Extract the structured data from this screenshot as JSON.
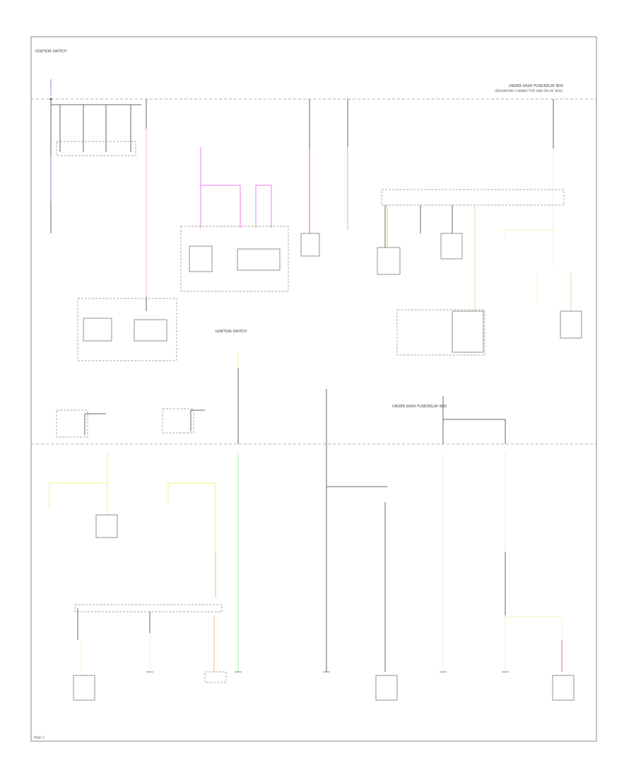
{
  "diagram": {
    "colors": {
      "blue": "#8a8af0",
      "pink": "#f5b8c8",
      "magenta": "#f07af0",
      "red": "#ee6a6a",
      "red_pink": "#f4a0a0",
      "yellow": "#f4f07a",
      "light_yellow": "#f4f0b8",
      "orange": "#f0c070",
      "tan": "#e8d0a0",
      "green": "#a8f0a8",
      "gray": "#666666"
    },
    "labels": {
      "fuse_box_top": "UNDER-DASH FUSE/RELAY BOX",
      "fuse_box_top_sub": "(DIAGNOSIS CONNECTOR AND RELAY BOX)",
      "ignition_switch_top": "IGNITION SWITCH",
      "ignition_switch_mid": "IGNITION SWITCH",
      "fuse_box_mid": "UNDER-DASH FUSE/RELAY BOX",
      "page_number": "Page 1"
    }
  }
}
